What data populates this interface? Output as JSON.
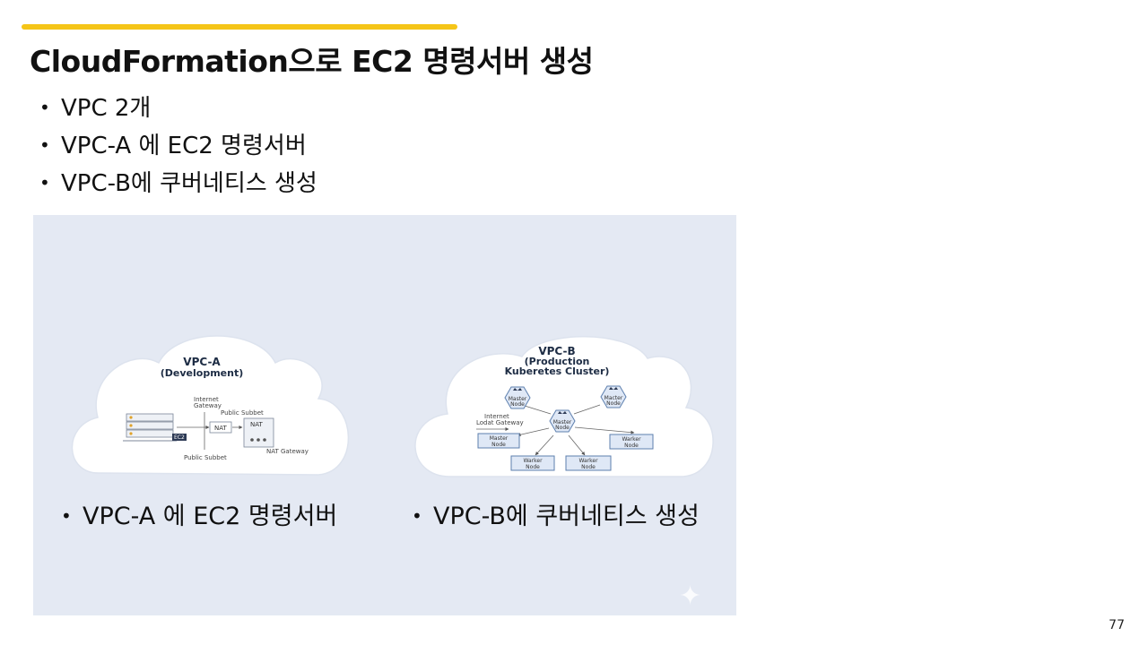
{
  "slide": {
    "title": "CloudFormation으로 EC2 명령서버 생성",
    "bullets": [
      "VPC 2개",
      "VPC-A 에 EC2 명령서버",
      "VPC-B에 쿠버네티스 생성"
    ],
    "page_number": "77",
    "accent_color": "#F5C518"
  },
  "figure": {
    "vpc_a": {
      "title": "VPC-A",
      "subtitle": "(Development)",
      "internet_gateway": [
        "Internet",
        "Gateway"
      ],
      "public_subnet_top": "Public Subbet",
      "nat_label": "NAT",
      "nat_box_label": "NAT",
      "ec2_label": "EC2",
      "nat_gateway": "NAT Gateway",
      "public_subnet_bottom": "Public Subbet"
    },
    "vpc_b": {
      "title": "VPC-B",
      "subtitle_1": "(Production",
      "subtitle_2": "Kuberetes Cluster)",
      "gateway_label": [
        "Internet",
        "Lodat Gateway"
      ],
      "nodes": {
        "master_top_left": [
          "Master",
          "Node"
        ],
        "master_top_right": [
          "Macter",
          "Node"
        ],
        "master_center": [
          "Master",
          "Node"
        ],
        "master_left": [
          "Master",
          "Node"
        ],
        "worker_right": [
          "Warker",
          "Node"
        ],
        "worker_bottom_left": [
          "Warker",
          "Node"
        ],
        "worker_bottom_right": [
          "Warker",
          "Node"
        ]
      }
    },
    "caption_left": "VPC-A 에 EC2 명령서버",
    "caption_right": "VPC-B에 쿠버네티스 생성"
  }
}
